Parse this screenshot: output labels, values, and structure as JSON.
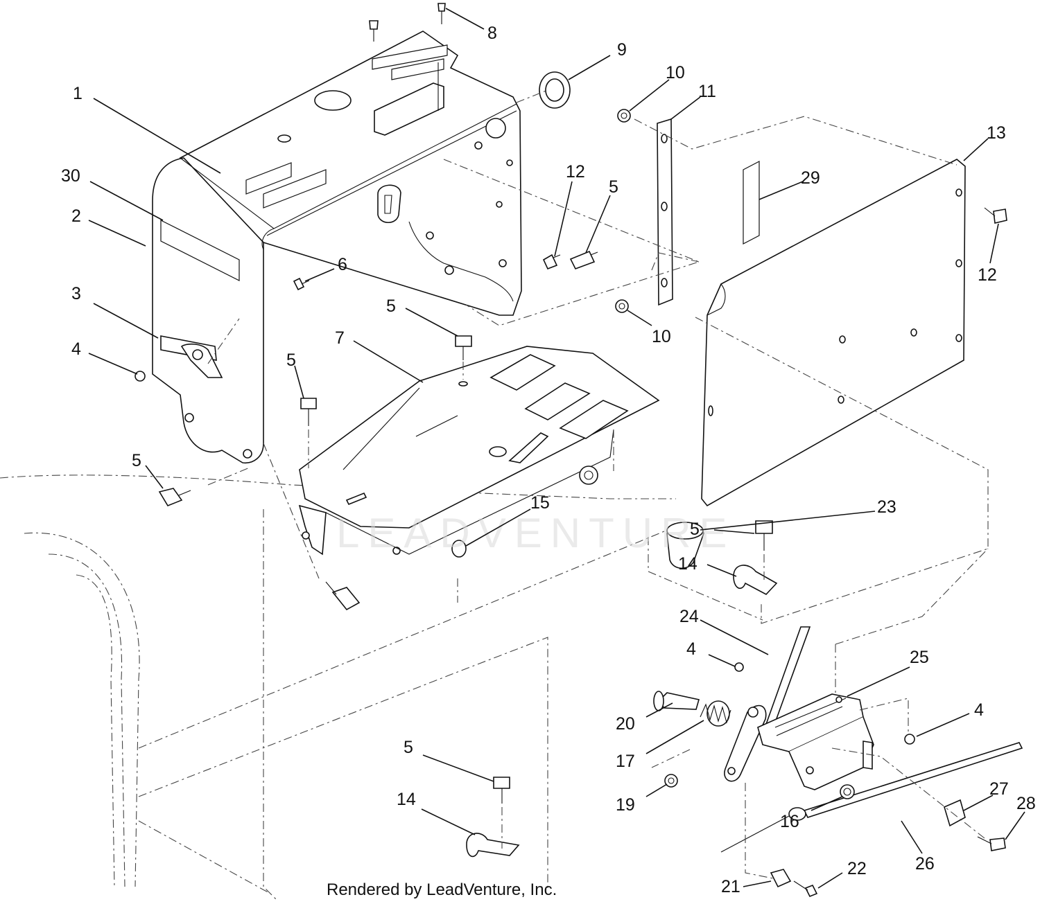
{
  "diagram": {
    "footer": "Rendered by LeadVenture, Inc.",
    "watermark": "LEADVENTURE",
    "callouts": [
      {
        "id": "c1",
        "text": "1"
      },
      {
        "id": "c30",
        "text": "30"
      },
      {
        "id": "c2",
        "text": "2"
      },
      {
        "id": "c3",
        "text": "3"
      },
      {
        "id": "c4a",
        "text": "4"
      },
      {
        "id": "c5a",
        "text": "5"
      },
      {
        "id": "c6",
        "text": "6"
      },
      {
        "id": "c5b",
        "text": "5"
      },
      {
        "id": "c7",
        "text": "7"
      },
      {
        "id": "c5c",
        "text": "5"
      },
      {
        "id": "c8",
        "text": "8"
      },
      {
        "id": "c9",
        "text": "9"
      },
      {
        "id": "c10a",
        "text": "10"
      },
      {
        "id": "c11",
        "text": "11"
      },
      {
        "id": "c12a",
        "text": "12"
      },
      {
        "id": "c5d",
        "text": "5"
      },
      {
        "id": "c10b",
        "text": "10"
      },
      {
        "id": "c13",
        "text": "13"
      },
      {
        "id": "c29",
        "text": "29"
      },
      {
        "id": "c12b",
        "text": "12"
      },
      {
        "id": "c15",
        "text": "15"
      },
      {
        "id": "c5e",
        "text": "5"
      },
      {
        "id": "c23",
        "text": "23"
      },
      {
        "id": "c14a",
        "text": "14"
      },
      {
        "id": "c24",
        "text": "24"
      },
      {
        "id": "c4b",
        "text": "4"
      },
      {
        "id": "c25",
        "text": "25"
      },
      {
        "id": "c4c",
        "text": "4"
      },
      {
        "id": "c20",
        "text": "20"
      },
      {
        "id": "c17",
        "text": "17"
      },
      {
        "id": "c19",
        "text": "19"
      },
      {
        "id": "c16",
        "text": "16"
      },
      {
        "id": "c27",
        "text": "27"
      },
      {
        "id": "c28",
        "text": "28"
      },
      {
        "id": "c26",
        "text": "26"
      },
      {
        "id": "c5f",
        "text": "5"
      },
      {
        "id": "c14b",
        "text": "14"
      },
      {
        "id": "c21",
        "text": "21"
      },
      {
        "id": "c22",
        "text": "22"
      }
    ]
  }
}
